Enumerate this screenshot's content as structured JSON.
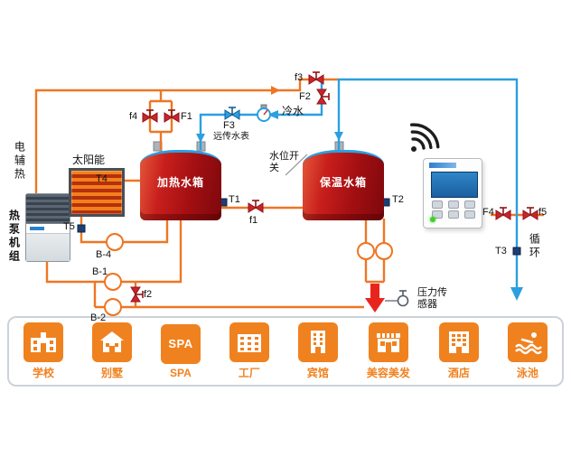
{
  "labels": {
    "electric_aux": "电辅热",
    "heat_pump": "热泵机组",
    "solar": "太阳能",
    "heating_tank": "加热水箱",
    "storage_tank": "保温水箱",
    "water_level_switch": "水位开关",
    "cold_water": "冷水",
    "remote_water_meter": "远传水表",
    "pressure_sensor": "压力传感器",
    "circulation": "循环"
  },
  "sensors": {
    "t1": "T1",
    "t2": "T2",
    "t3": "T3",
    "t4": "T4",
    "t5": "T5"
  },
  "valves": {
    "f1": "f1",
    "f2": "f2",
    "f3": "f3",
    "f4": "f4",
    "f5": "f5",
    "F1": "F1",
    "F2": "F2",
    "F3": "F3",
    "F4": "F4"
  },
  "pumps": {
    "b1": "B-1",
    "b2": "B-2",
    "b4": "B-4"
  },
  "applications": [
    {
      "label": "学校",
      "icon": "school-icon"
    },
    {
      "label": "别墅",
      "icon": "villa-icon"
    },
    {
      "label": "SPA",
      "icon": "spa-icon",
      "icon_text": "SPA"
    },
    {
      "label": "工厂",
      "icon": "factory-icon"
    },
    {
      "label": "宾馆",
      "icon": "hotel-icon"
    },
    {
      "label": "美容美发",
      "icon": "salon-icon"
    },
    {
      "label": "酒店",
      "icon": "restaurant-hotel-icon"
    },
    {
      "label": "泳池",
      "icon": "pool-icon"
    }
  ],
  "colors": {
    "hot_pipe": "#ee7623",
    "cold_pipe": "#2b9fe0",
    "tank_red": "#b01217",
    "accent_orange": "#f0811f",
    "valve_red": "#c9252b"
  }
}
